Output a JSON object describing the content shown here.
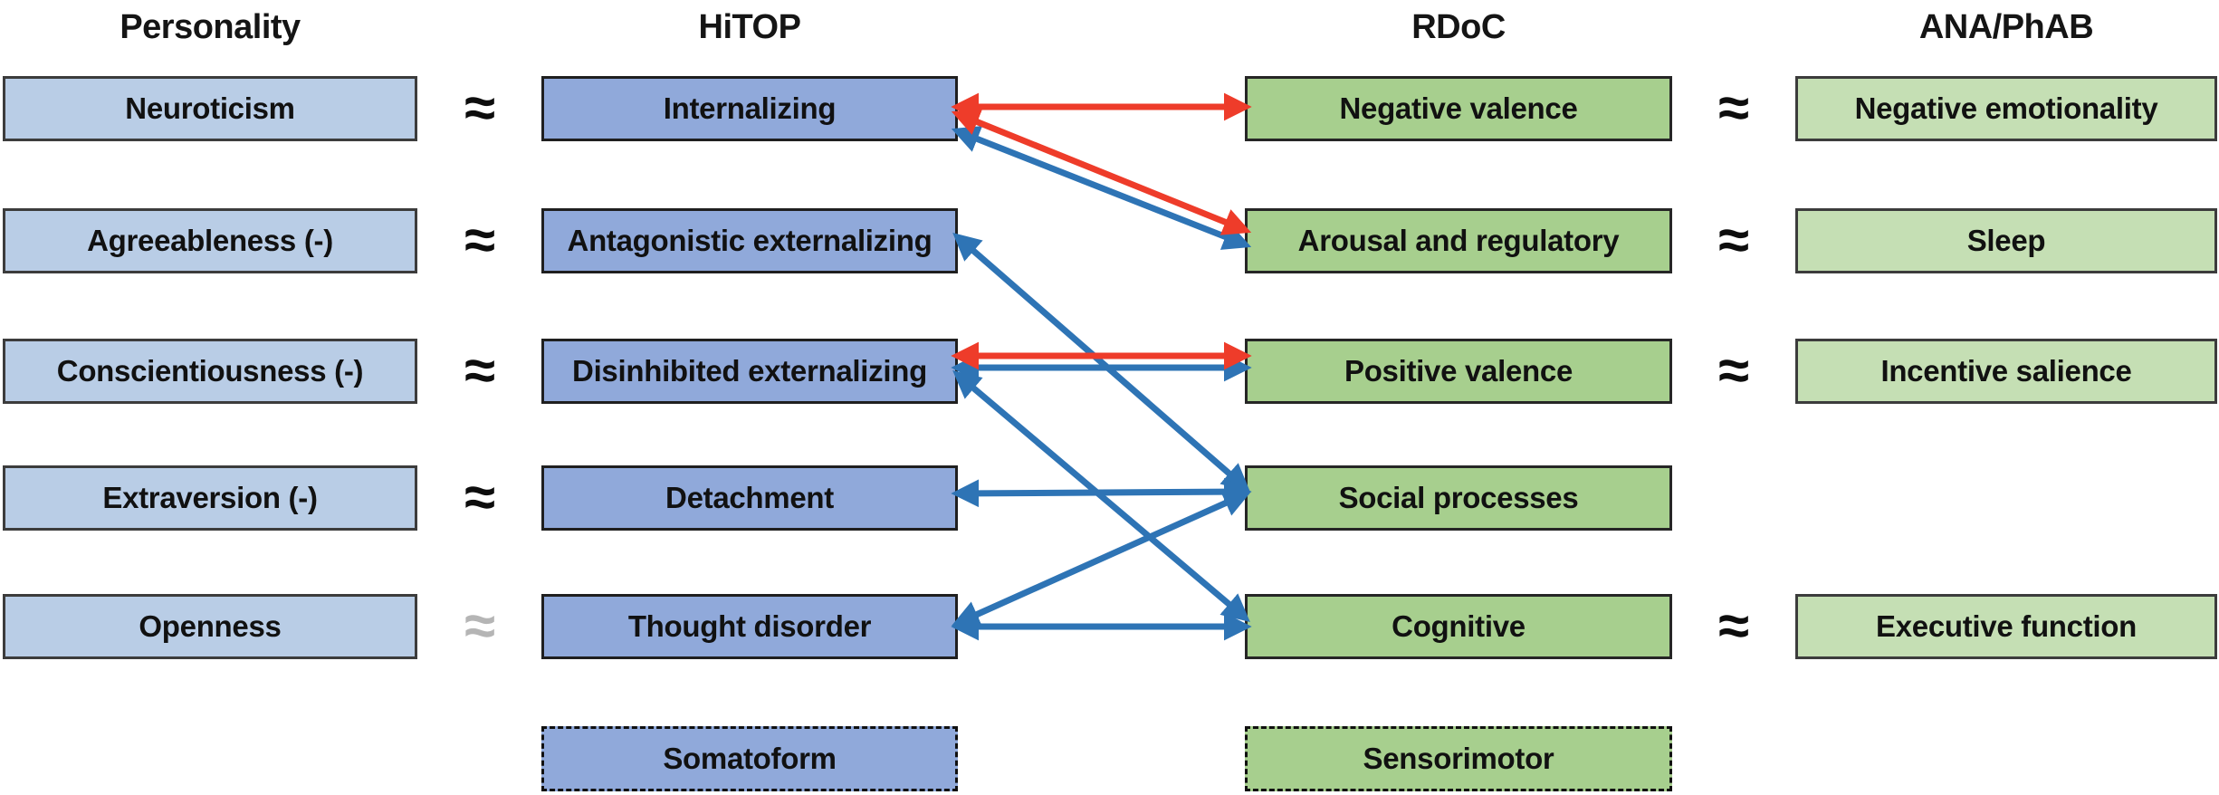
{
  "columns": [
    {
      "id": "personality",
      "title": "Personality",
      "items": [
        {
          "id": "neuroticism",
          "label": "Neuroticism"
        },
        {
          "id": "agreeableness",
          "label": "Agreeableness (-)"
        },
        {
          "id": "conscientiousness",
          "label": "Conscientiousness (-)"
        },
        {
          "id": "extraversion",
          "label": "Extraversion (-)"
        },
        {
          "id": "openness",
          "label": "Openness"
        }
      ]
    },
    {
      "id": "hitop",
      "title": "HiTOP",
      "items": [
        {
          "id": "internalizing",
          "label": "Internalizing"
        },
        {
          "id": "antagonistic-externalizing",
          "label": "Antagonistic externalizing"
        },
        {
          "id": "disinhibited-externalizing",
          "label": "Disinhibited externalizing"
        },
        {
          "id": "detachment",
          "label": "Detachment"
        },
        {
          "id": "thought-disorder",
          "label": "Thought disorder"
        },
        {
          "id": "somatoform",
          "label": "Somatoform",
          "style": "dashed"
        }
      ]
    },
    {
      "id": "rdoc",
      "title": "RDoC",
      "items": [
        {
          "id": "negative-valence",
          "label": "Negative valence"
        },
        {
          "id": "arousal-regulatory",
          "label": "Arousal and regulatory"
        },
        {
          "id": "positive-valence",
          "label": "Positive valence"
        },
        {
          "id": "social-processes",
          "label": "Social processes"
        },
        {
          "id": "cognitive",
          "label": "Cognitive"
        },
        {
          "id": "sensorimotor",
          "label": "Sensorimotor",
          "style": "dashed"
        }
      ]
    },
    {
      "id": "ana-phab",
      "title": "ANA/PhAB",
      "items": [
        {
          "id": "negative-emotionality",
          "label": "Negative emotionality"
        },
        {
          "id": "sleep",
          "label": "Sleep"
        },
        {
          "id": "incentive-salience",
          "label": "Incentive salience"
        },
        {
          "id": "executive-function",
          "label": "Executive function"
        }
      ]
    }
  ],
  "approx": {
    "symbol": "≈",
    "left_rows": [
      {
        "row": 1,
        "pair": "neuroticism-internalizing",
        "color": "black"
      },
      {
        "row": 2,
        "pair": "agreeableness-antagonistic",
        "color": "black"
      },
      {
        "row": 3,
        "pair": "conscientiousness-disinhibited",
        "color": "black"
      },
      {
        "row": 4,
        "pair": "extraversion-detachment",
        "color": "black"
      },
      {
        "row": 5,
        "pair": "openness-thought-disorder",
        "color": "gray"
      }
    ],
    "right_rows": [
      {
        "row": 1,
        "pair": "negative-valence-negative-emotionality",
        "color": "black"
      },
      {
        "row": 2,
        "pair": "arousal-regulatory-sleep",
        "color": "black"
      },
      {
        "row": 3,
        "pair": "positive-valence-incentive-salience",
        "color": "black"
      },
      {
        "row": 5,
        "pair": "cognitive-executive-function",
        "color": "black"
      }
    ]
  },
  "connections": [
    {
      "from": "internalizing",
      "to": "negative-valence",
      "color": "red",
      "arrows": "both"
    },
    {
      "from": "internalizing",
      "to": "arousal-regulatory",
      "color": "red",
      "arrows": "both"
    },
    {
      "from": "internalizing",
      "to": "arousal-regulatory",
      "color": "blue",
      "arrows": "both"
    },
    {
      "from": "antagonistic-externalizing",
      "to": "social-processes",
      "color": "blue",
      "arrows": "both"
    },
    {
      "from": "disinhibited-externalizing",
      "to": "positive-valence",
      "color": "red",
      "arrows": "both"
    },
    {
      "from": "disinhibited-externalizing",
      "to": "positive-valence",
      "color": "blue",
      "arrows": "both"
    },
    {
      "from": "disinhibited-externalizing",
      "to": "cognitive",
      "color": "blue",
      "arrows": "both"
    },
    {
      "from": "detachment",
      "to": "social-processes",
      "color": "blue",
      "arrows": "both"
    },
    {
      "from": "thought-disorder",
      "to": "social-processes",
      "color": "blue",
      "arrows": "both"
    },
    {
      "from": "thought-disorder",
      "to": "cognitive",
      "color": "blue",
      "arrows": "both"
    }
  ],
  "colors": {
    "personality_fill": "#b9cde6",
    "hitop_fill": "#90a9da",
    "rdoc_fill": "#a7cf8e",
    "ana_fill": "#c5dfb4",
    "link_red": "#ee3c2a",
    "link_blue": "#2e74b5",
    "approx_gray": "#b5b5b5",
    "box_border": "#262626"
  }
}
